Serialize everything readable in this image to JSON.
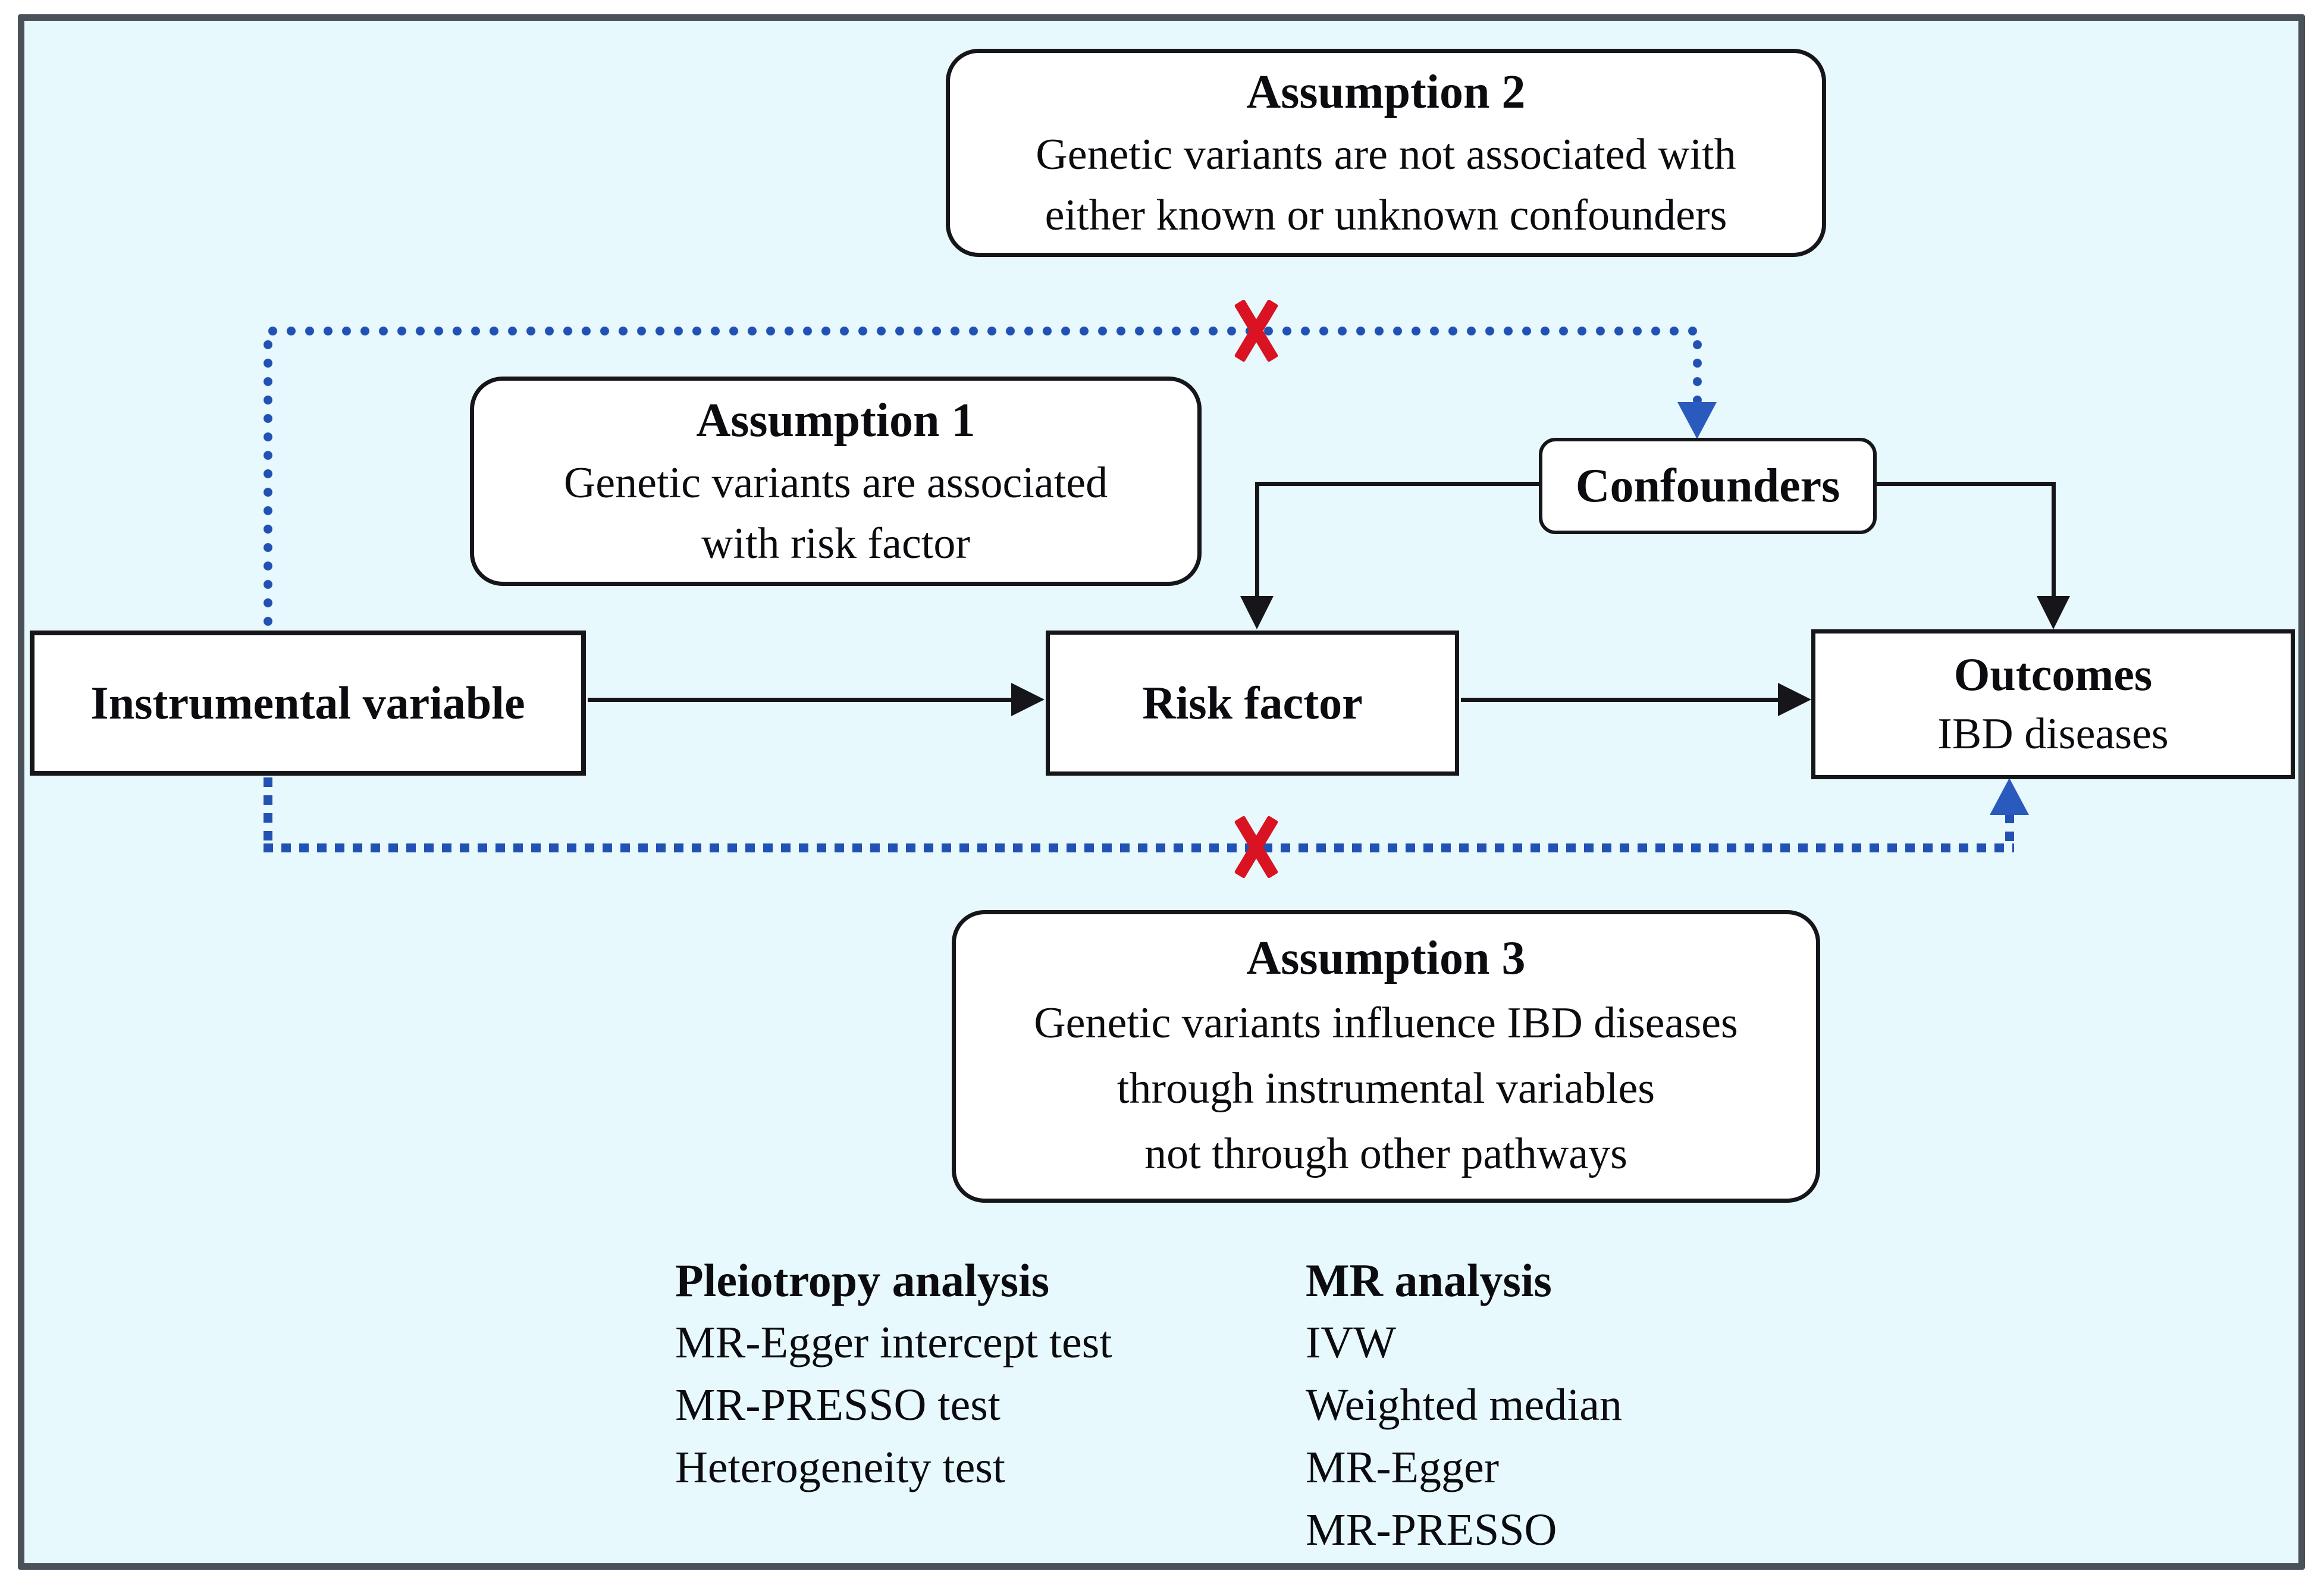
{
  "colors": {
    "canvas": "#e7f9fc",
    "frame_border": "#4a5158",
    "line_black": "#16161a",
    "dotted_blue": "#2151b2",
    "arrow_blue": "#2b5abe",
    "cross_red": "#da1322",
    "text": "#0c0c10",
    "box_bg": "#ffffff"
  },
  "boxes": {
    "assumption2": {
      "title": "Assumption 2",
      "lines": [
        "Genetic variants are not associated with",
        "either known or unknown confounders"
      ]
    },
    "assumption1": {
      "title": "Assumption 1",
      "lines": [
        "Genetic variants are associated",
        "with risk factor"
      ]
    },
    "assumption3": {
      "title": "Assumption 3",
      "lines": [
        "Genetic variants influence IBD diseases",
        "through instrumental variables",
        "not through other pathways"
      ]
    },
    "confounders": {
      "label": "Confounders"
    },
    "instrumental_variable": {
      "label": "Instrumental variable"
    },
    "risk_factor": {
      "label": "Risk factor"
    },
    "outcomes": {
      "title": "Outcomes",
      "subtitle": "IBD diseases"
    }
  },
  "lists": {
    "pleiotropy": {
      "title": "Pleiotropy analysis",
      "items": [
        "MR-Egger intercept test",
        "MR-PRESSO test",
        "Heterogeneity test"
      ]
    },
    "mr": {
      "title": "MR analysis",
      "items": [
        "IVW",
        "Weighted median",
        "MR-Egger",
        "MR-PRESSO"
      ]
    }
  }
}
